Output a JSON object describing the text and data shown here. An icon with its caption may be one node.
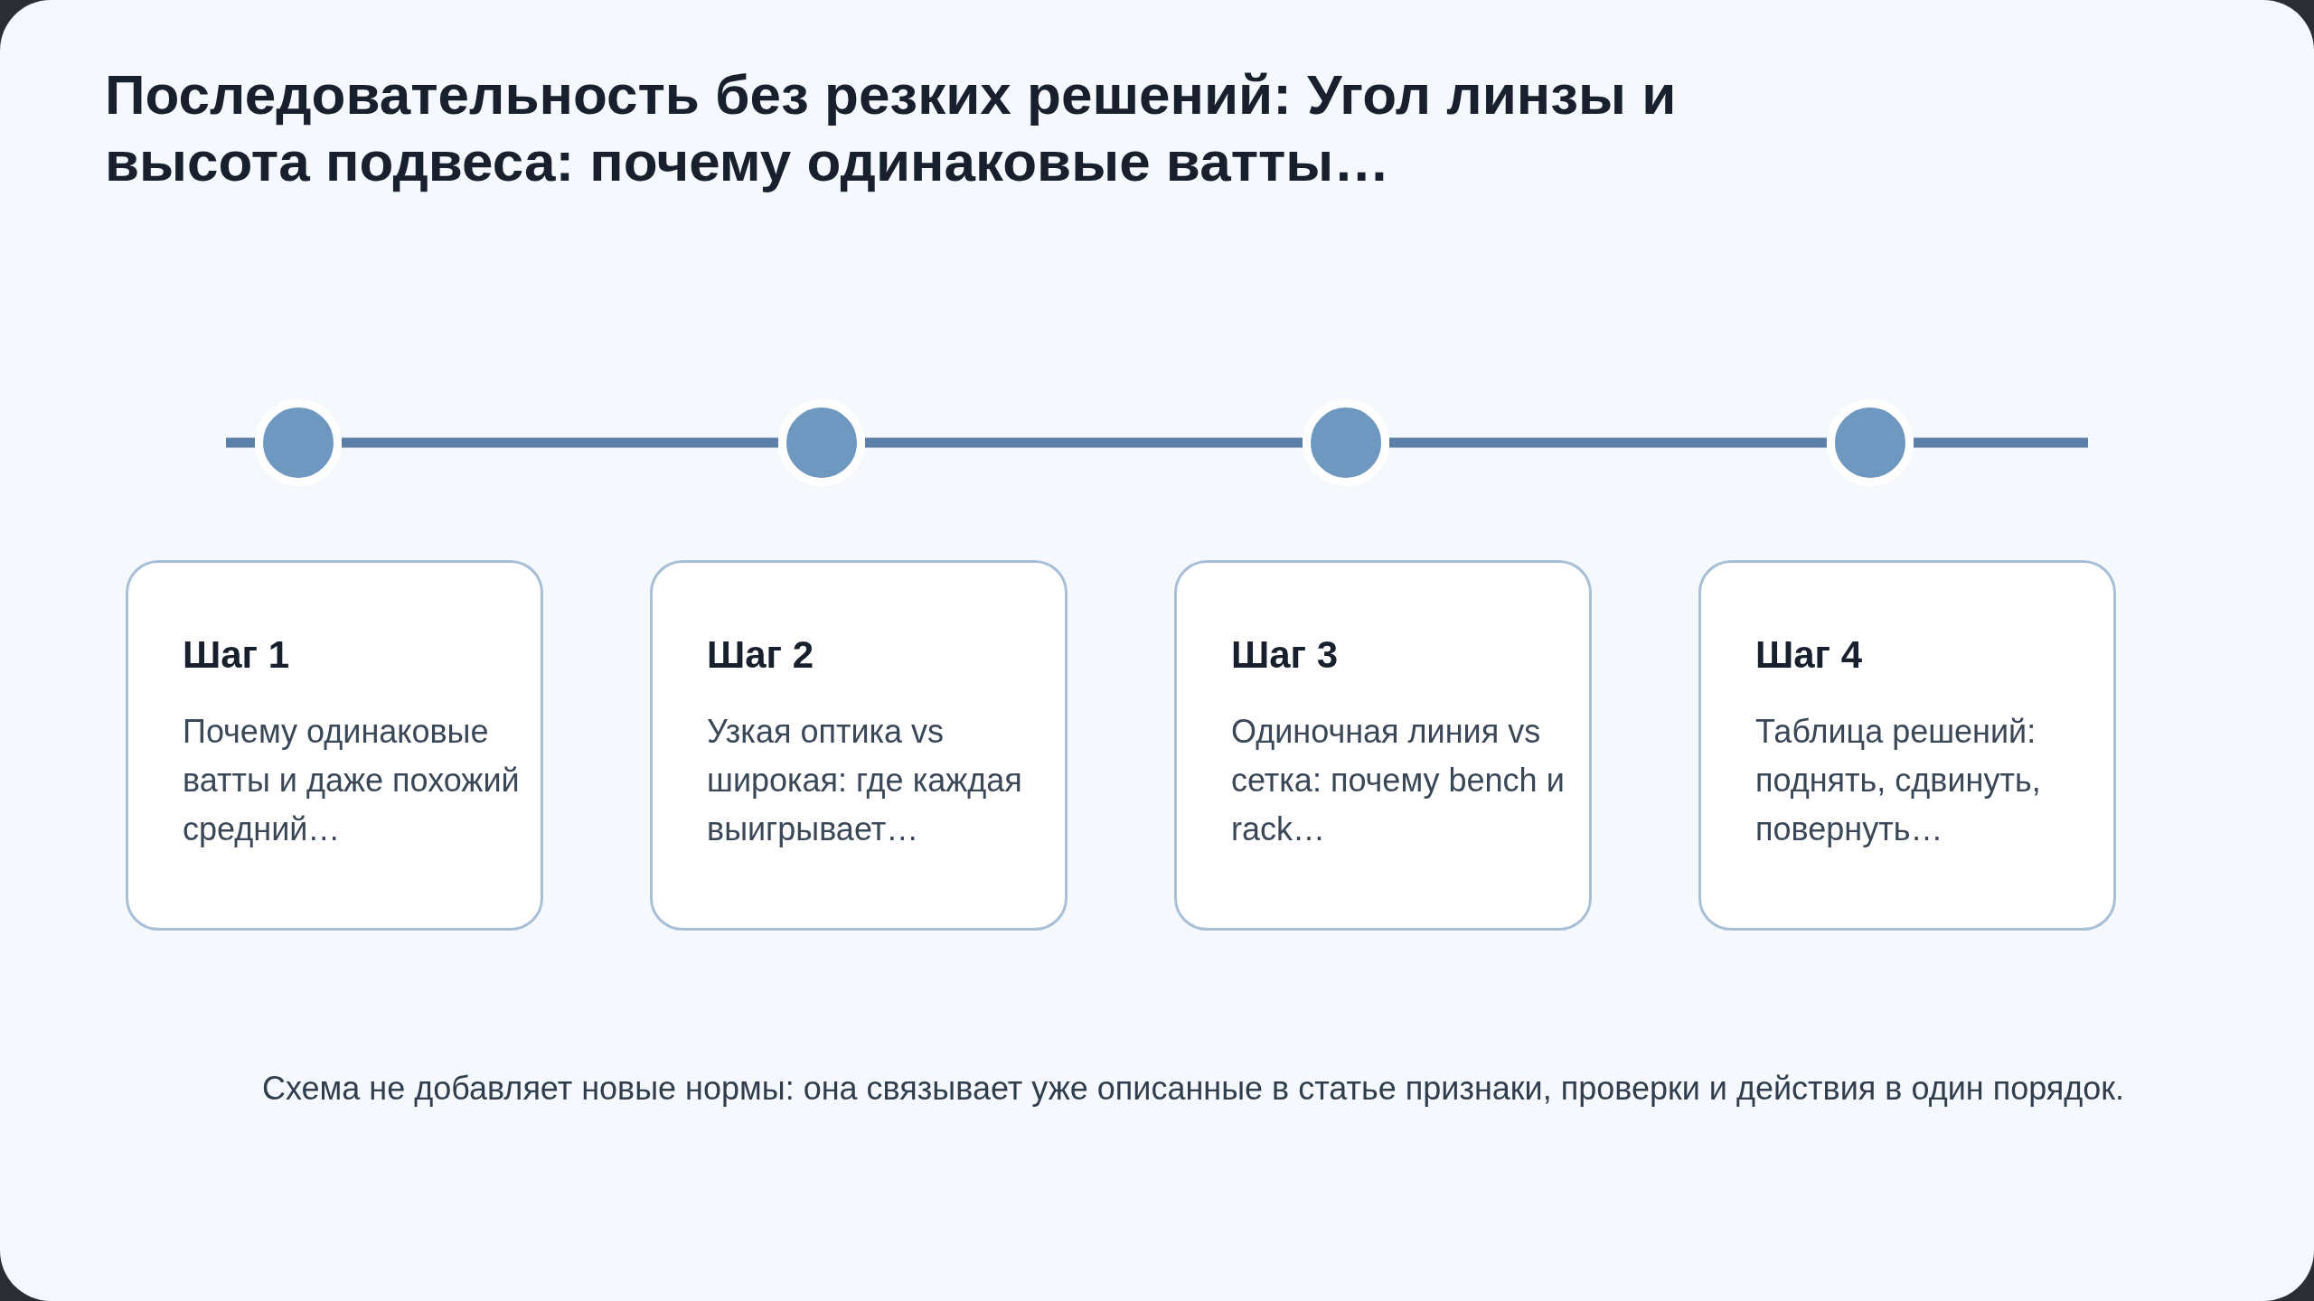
{
  "diagram": {
    "title": "Последовательность без резких решений: Угол линзы и высота подвеса: почему одинаковые ватты…",
    "caption": "Схема не добавляет новые нормы: она связывает уже описанные в статье признаки, проверки и действия в один порядок.",
    "nodes": [
      {
        "text": [],
        "shape": "circle"
      },
      {
        "text": [],
        "shape": "circle"
      },
      {
        "text": [],
        "shape": "circle"
      },
      {
        "text": [],
        "shape": "circle"
      },
      {
        "text": [
          "Шаг 1",
          "Почему одинаковые ватты и даже похожий средний…"
        ]
      },
      {
        "text": [
          "Шаг 2",
          "Узкая оптика vs широкая: где каждая выигрывает…"
        ]
      },
      {
        "text": [
          "Шаг 3",
          "Одиночная линия vs сетка: почему bench и rack…"
        ]
      },
      {
        "text": [
          "Шаг 4",
          "Таблица решений: поднять, сдвинуть, повернуть…"
        ]
      }
    ],
    "edges": [
      {
        "from": 0,
        "to": 1,
        "arrow": "none"
      },
      {
        "from": 1,
        "to": 2,
        "arrow": "none"
      },
      {
        "from": 2,
        "to": 3,
        "arrow": "none"
      }
    ]
  }
}
